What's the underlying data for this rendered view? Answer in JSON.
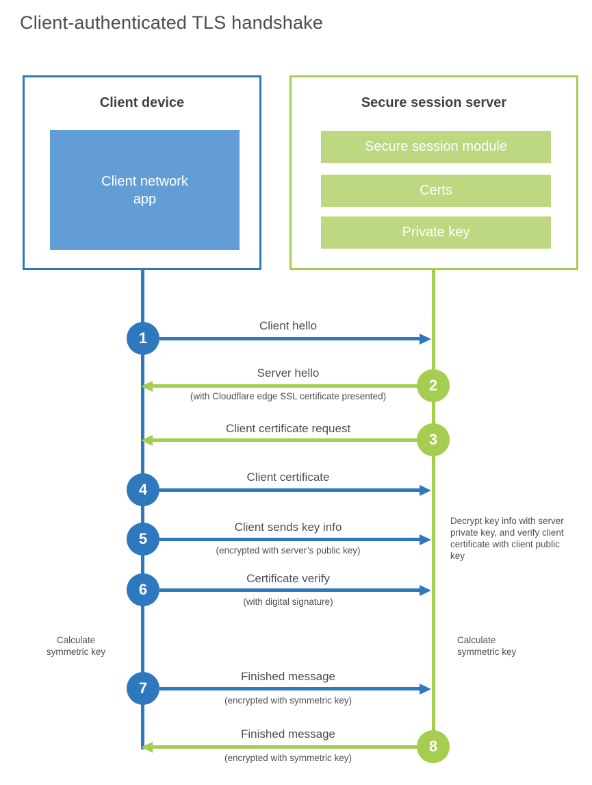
{
  "title": "Client-authenticated TLS handshake",
  "colors": {
    "blue": "#2e78bd",
    "blue_light": "#639dd6",
    "green": "#a5cd50",
    "green_light": "#bdd880",
    "text": "#4d4e50",
    "heading": "#414042"
  },
  "client": {
    "title": "Client device",
    "module": "Client network app"
  },
  "server": {
    "title": "Secure session server",
    "modules": [
      "Secure session module",
      "Certs",
      "Private key"
    ]
  },
  "steps": [
    {
      "num": "1",
      "from": "client",
      "direction": "right",
      "label": "Client hello",
      "sub": ""
    },
    {
      "num": "2",
      "from": "server",
      "direction": "left",
      "label": "Server hello",
      "sub": "(with Cloudflare edge SSL certificate presented)"
    },
    {
      "num": "3",
      "from": "server",
      "direction": "left",
      "label": "Client certificate request",
      "sub": ""
    },
    {
      "num": "4",
      "from": "client",
      "direction": "right",
      "label": "Client certificate",
      "sub": ""
    },
    {
      "num": "5",
      "from": "client",
      "direction": "right",
      "label": "Client sends key info",
      "sub": "(encrypted with server’s public key)"
    },
    {
      "num": "6",
      "from": "client",
      "direction": "right",
      "label": "Certificate verify",
      "sub": "(with digital signature)"
    },
    {
      "num": "7",
      "from": "client",
      "direction": "right",
      "label": "Finished message",
      "sub": "(encrypted with symmetric key)"
    },
    {
      "num": "8",
      "from": "server",
      "direction": "left",
      "label": "Finished message",
      "sub": "(encrypted with symmetric key)"
    }
  ],
  "annotations": {
    "decrypt_note": "Decrypt key info with server private key, and verify client certificate with client public key",
    "calc_left": "Calculate symmetric key",
    "calc_right": "Calculate symmetric key"
  }
}
